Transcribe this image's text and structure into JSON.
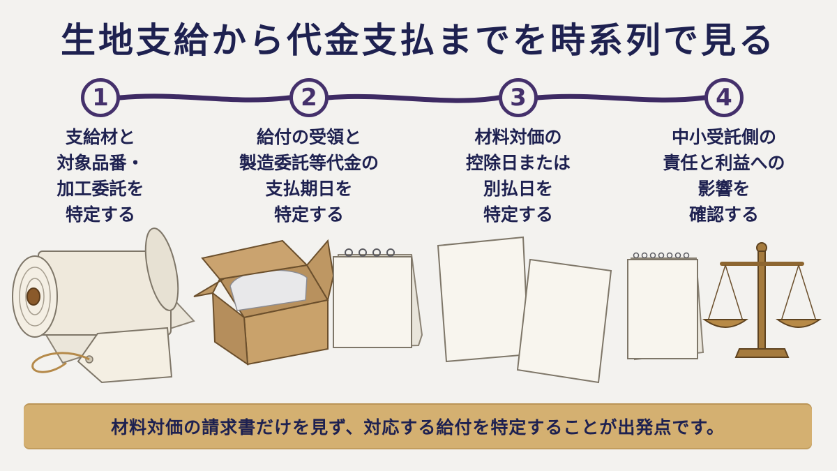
{
  "title": "生地支給から代金支払までを時系列で見る",
  "steps": [
    {
      "number": "1",
      "text": "支給材と\n対象品番・\n加工委託を\n特定する"
    },
    {
      "number": "2",
      "text": "給付の受領と\n製造委託等代金の\n支払期日を\n特定する"
    },
    {
      "number": "3",
      "text": "材料対価の\n控除日または\n別払日を\n特定する"
    },
    {
      "number": "4",
      "text": "中小受託側の\n責任と利益への\n影響を\n確認する"
    }
  ],
  "footer": {
    "text": "材料対価の請求書だけを見ず、対応する給付を特定することが出発点です。"
  },
  "colors": {
    "accent": "#44306b",
    "banner": "#d4b071",
    "text": "#1e2150"
  },
  "icons": [
    "fabric-roll-icon",
    "tag-icon",
    "cardboard-box-icon",
    "desk-calendar-icon",
    "paper-sheets-icon",
    "notepad-icon",
    "balance-scale-icon"
  ]
}
